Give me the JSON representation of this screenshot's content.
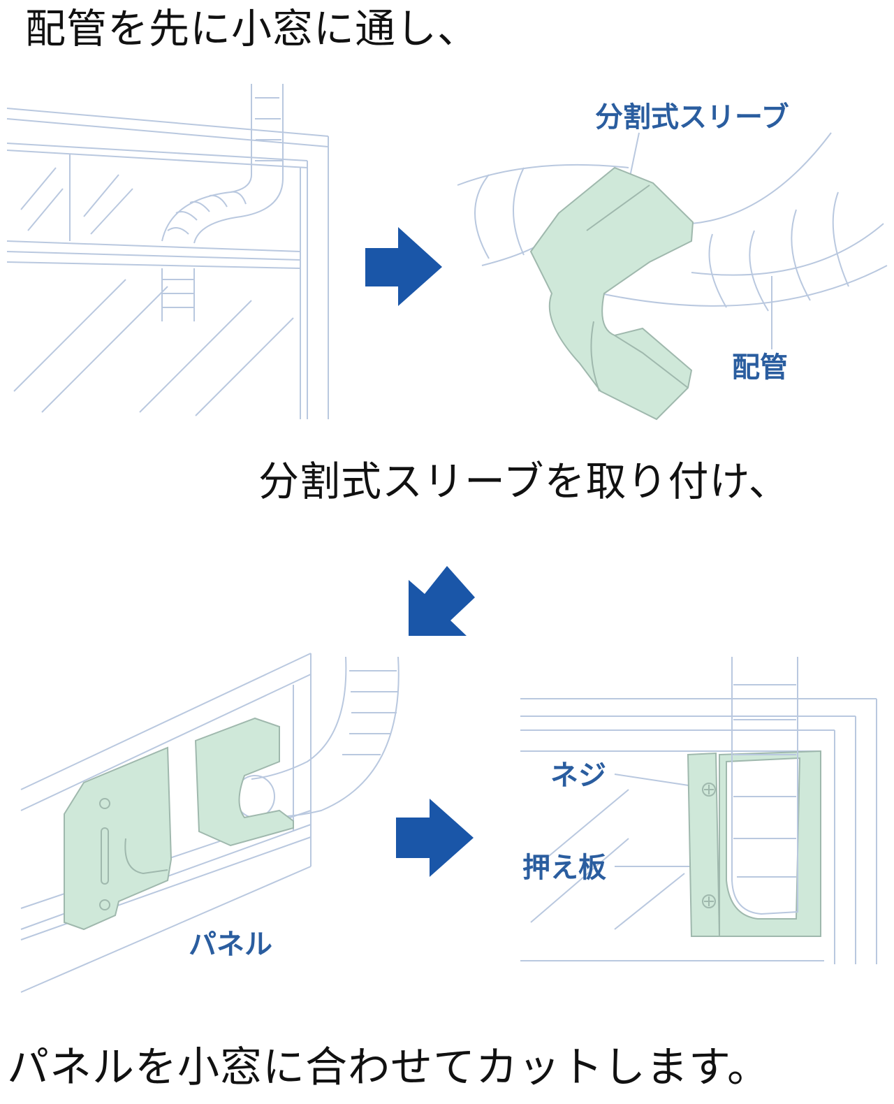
{
  "steps": {
    "step1": "配管を先に小窓に通し、",
    "step2": "分割式スリーブを取り付け、",
    "step3": "パネルを小窓に合わせてカットします。"
  },
  "labels": {
    "sleeve": "分割式スリーブ",
    "pipe": "配管",
    "screw": "ネジ",
    "plate": "押え板",
    "panel": "パネル"
  },
  "colors": {
    "line": "#b9c8df",
    "part_fill": "#cfe8d9",
    "arrow": "#1a56a8",
    "label": "#2a5d9f"
  },
  "icons": [
    "arrow-right-icon",
    "arrow-down-left-icon",
    "arrow-right-icon"
  ]
}
